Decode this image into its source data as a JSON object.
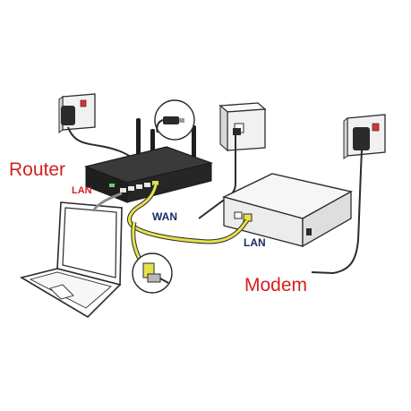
{
  "labels": {
    "router": "Router",
    "modem": "Modem",
    "lan_router": "LAN",
    "wan": "WAN",
    "lan_modem": "LAN"
  },
  "colors": {
    "router_label": "#d42020",
    "modem_label": "#d42020",
    "lan_router_label": "#d42020",
    "wan_label": "#1a2a6c",
    "lan_modem_label": "#1a2a6c",
    "ethernet_cable": "#e6e24a",
    "outline": "#2b2b2b",
    "router_body": "#2a2a2a"
  },
  "icons": {
    "top_inset": "power-plug-icon",
    "bottom_inset": "ethernet-connector-icon"
  }
}
